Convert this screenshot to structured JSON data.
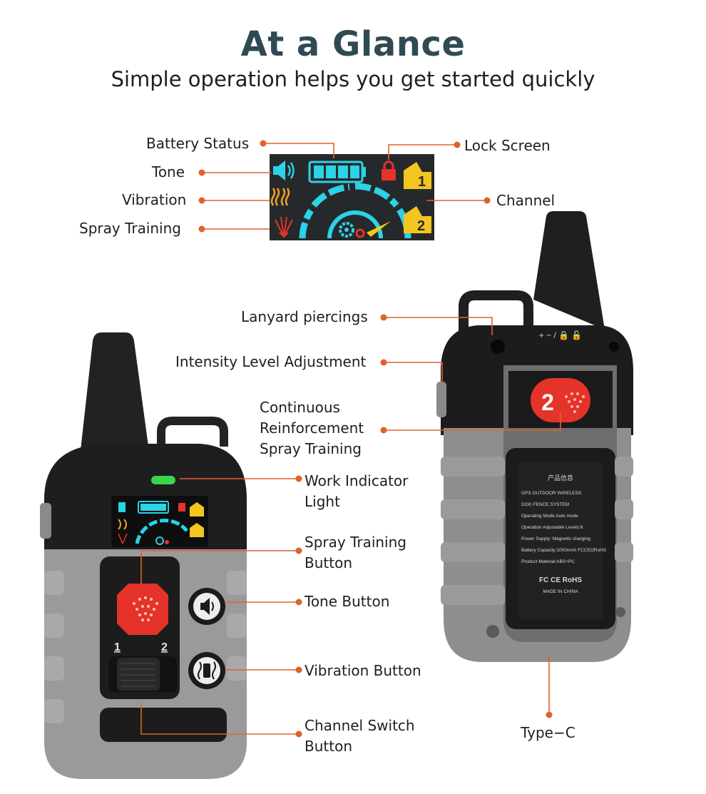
{
  "header": {
    "title": "At a Glance",
    "subtitle": "Simple operation helps you get started quickly"
  },
  "screen_labels": {
    "battery_status": "Battery Status",
    "tone": "Tone",
    "vibration": "Vibration",
    "spray_training": "Spray Training",
    "lock_screen": "Lock Screen",
    "channel": "Channel"
  },
  "device_labels": {
    "lanyard": "Lanyard piercings",
    "intensity": "Intensity Level Adjustment",
    "continuous_1": "Continuous",
    "continuous_2": "Reinforcement",
    "continuous_3": "Spray Training",
    "work_light_1": "Work Indicator",
    "work_light_2": "Light",
    "spray_button_1": "Spray Training",
    "spray_button_2": "Button",
    "tone_button": "Tone Button",
    "vibration_button": "Vibration Button",
    "channel_switch_1": "Channel Switch",
    "channel_switch_2": "Button",
    "type_c": "Type−C"
  },
  "screen_glyphs": {
    "channel_1": "1",
    "channel_2": "2"
  },
  "front_device": {
    "switch_left": "1",
    "switch_right": "2"
  },
  "back_device": {
    "badge_number": "2",
    "top_marks": "+  −  /  🔒 🔓",
    "sticker": {
      "heading": "产品信息",
      "line1": "GPS OUTDOOR WIRELESS",
      "line2": "DOG FENCE SYSTEM",
      "line3": "Operating Mode:Auto mode",
      "line4": "Operation Adjustable Levels:6",
      "line5": "Power Supply: Magnetic charging",
      "line6": "Battery Capacity:1000mAh FCCEORoHS",
      "line7": "Product Material:ABS+PC",
      "certs": "FC CE  RoHS",
      "made_in": "MADE IN CHINA"
    }
  },
  "colors": {
    "accent_orange": "#e0622a",
    "title_teal": "#2f4a52",
    "screen_cyan": "#2bd3e6",
    "channel_yellow": "#f2c61f",
    "alert_red": "#e5332a",
    "indicator_green": "#38d64a",
    "body_gray": "#9a9a9a",
    "shell_black": "#1d1d1d"
  },
  "icons": [
    "speaker-icon",
    "battery-icon",
    "lock-icon",
    "vibration-icon",
    "spray-icon",
    "gear-icon",
    "channel-badge-icon"
  ]
}
